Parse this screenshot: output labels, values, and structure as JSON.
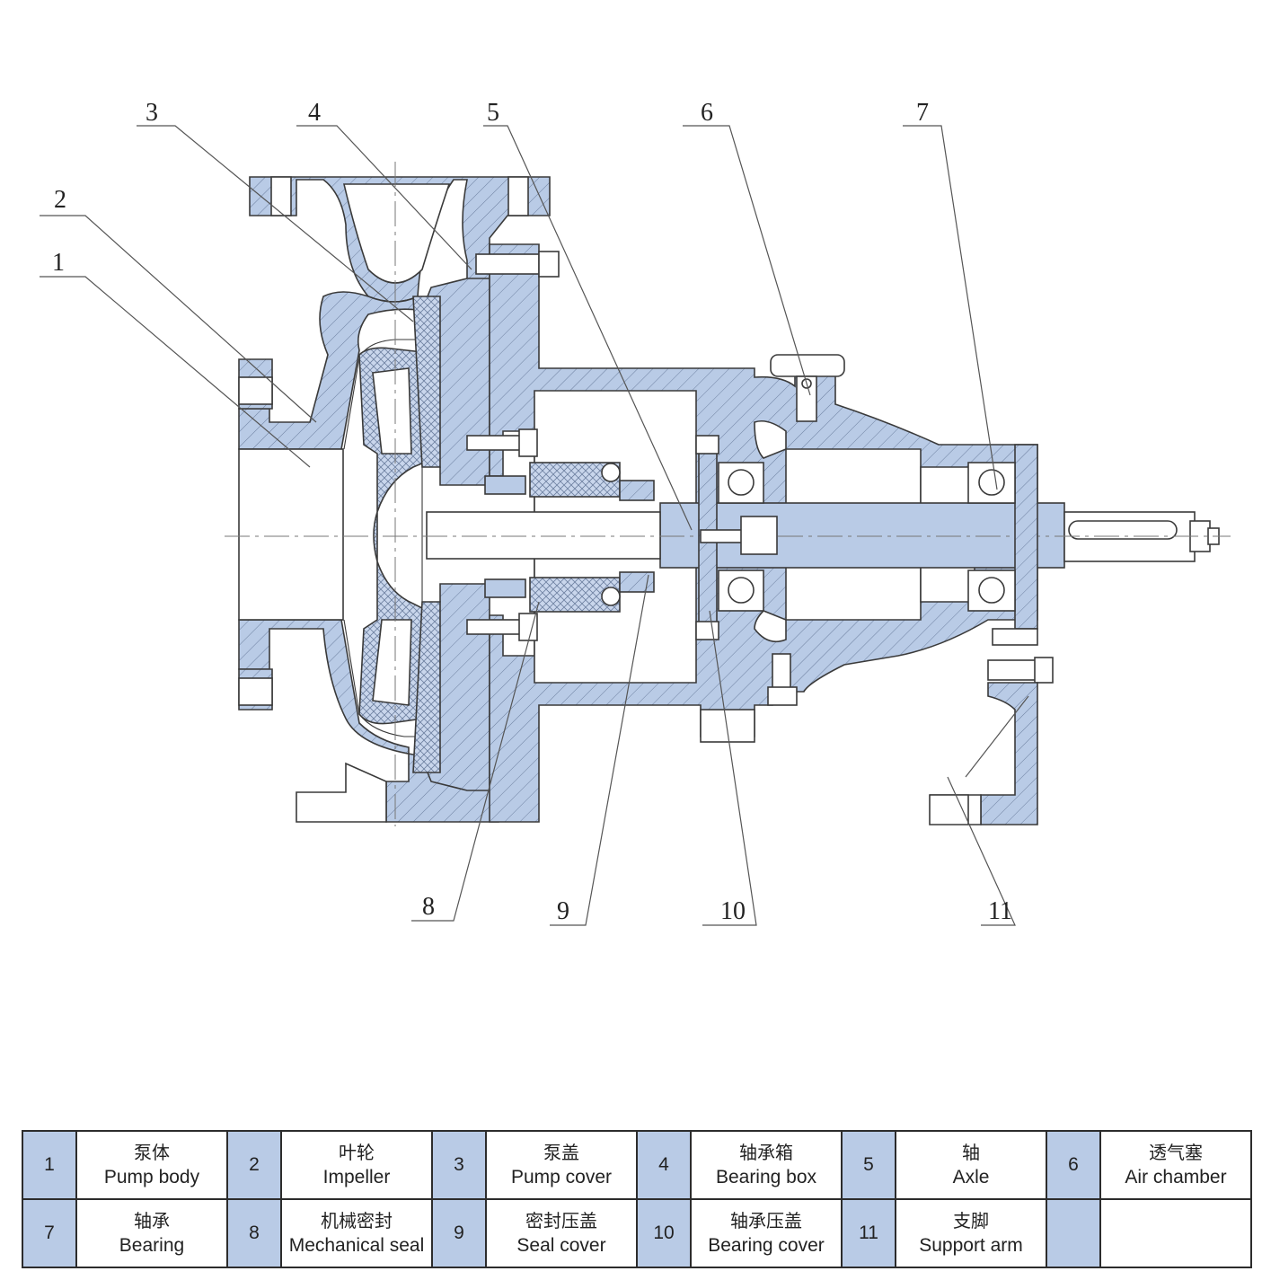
{
  "callouts": [
    "1",
    "2",
    "3",
    "4",
    "5",
    "6",
    "7",
    "8",
    "9",
    "10",
    "11"
  ],
  "legend": {
    "rows": [
      [
        {
          "num": "1",
          "cn": "泵体",
          "en": "Pump body"
        },
        {
          "num": "2",
          "cn": "叶轮",
          "en": "Impeller"
        },
        {
          "num": "3",
          "cn": "泵盖",
          "en": "Pump cover"
        },
        {
          "num": "4",
          "cn": "轴承箱",
          "en": "Bearing box"
        },
        {
          "num": "5",
          "cn": "轴",
          "en": "Axle"
        },
        {
          "num": "6",
          "cn": "透气塞",
          "en": "Air chamber"
        }
      ],
      [
        {
          "num": "7",
          "cn": "轴承",
          "en": "Bearing"
        },
        {
          "num": "8",
          "cn": "机械密封",
          "en": "Mechanical seal"
        },
        {
          "num": "9",
          "cn": "密封压盖",
          "en": "Seal cover"
        },
        {
          "num": "10",
          "cn": "轴承压盖",
          "en": "Bearing cover"
        },
        {
          "num": "11",
          "cn": "支脚",
          "en": "Support arm"
        },
        {
          "num": "",
          "cn": "",
          "en": ""
        }
      ]
    ]
  },
  "colors": {
    "part_fill": "#b9cbe6",
    "hatch_line": "#5b6f8e",
    "outline": "#3a3a3a",
    "table_number_cell": "#b9cbe6"
  }
}
